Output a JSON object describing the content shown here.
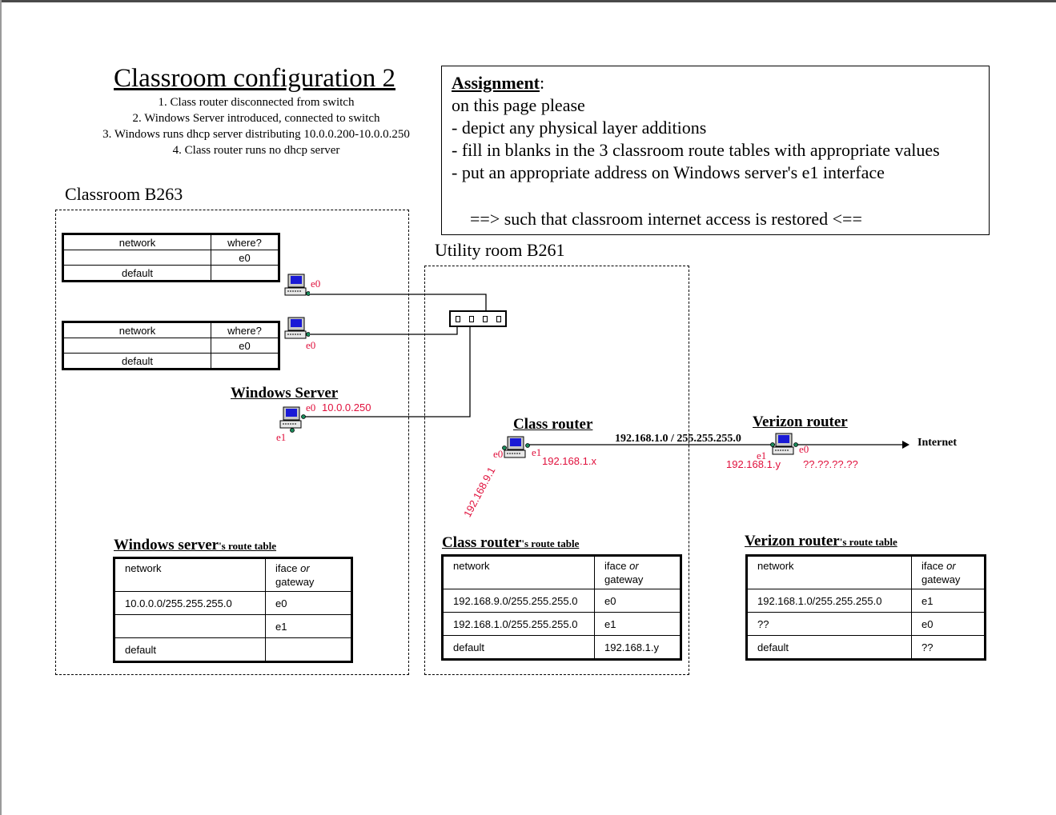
{
  "header": {
    "title": "Classroom configuration 2",
    "steps": [
      "1. Class router disconnected from switch",
      "2. Windows Server introduced, connected to switch",
      "3. Windows runs dhcp server distributing 10.0.0.200-10.0.0.250",
      "4. Class router runs no dhcp server"
    ]
  },
  "assignment": {
    "heading": "Assignment",
    "colon": ":",
    "lines": [
      "on this page please",
      "- depict any physical layer additions",
      "- fill in blanks in the 3 classroom route tables with appropriate values",
      "- put an appropriate address on Windows server's e1 interface",
      "==> such that classroom internet access is restored <=="
    ]
  },
  "rooms": {
    "classroom": "Classroom B263",
    "utility": "Utility room B261"
  },
  "pc_tables": [
    {
      "header": [
        "network",
        "where?"
      ],
      "rows": [
        [
          "",
          "e0"
        ],
        [
          "default",
          ""
        ]
      ]
    },
    {
      "header": [
        "network",
        "where?"
      ],
      "rows": [
        [
          "",
          "e0"
        ],
        [
          "default",
          ""
        ]
      ]
    }
  ],
  "pcs": {
    "pc1_iface": "e0",
    "pc2_iface": "e0"
  },
  "windows_server": {
    "title": "Windows Server",
    "e0": "e0",
    "e0_ip": "10.0.0.250",
    "e1": "e1"
  },
  "class_router": {
    "title": "Class router",
    "e0": "e0",
    "e1": "e1",
    "e1_ip": "192.168.1.x",
    "e0_net": "192.168.9.1"
  },
  "link_label": "192.168.1.0 / 255.255.255.0",
  "verizon_router": {
    "title": "Verizon router",
    "e1": "e1",
    "e1_ip": "192.168.1.y",
    "e0": "e0",
    "e0_ip": "??.??.??.??"
  },
  "internet": "Internet",
  "route_tables": {
    "windows": {
      "title_main": "Windows server",
      "title_suffix": "'s route table",
      "header": [
        "network",
        "iface",
        "or",
        "gateway"
      ],
      "rows": [
        [
          "10.0.0.0/255.255.255.0",
          "e0"
        ],
        [
          "",
          "e1"
        ],
        [
          "default",
          ""
        ]
      ]
    },
    "class": {
      "title_main": "Class router",
      "title_suffix": "'s route table",
      "header": [
        "network",
        "iface",
        "or",
        "gateway"
      ],
      "rows": [
        [
          "192.168.9.0/255.255.255.0",
          "e0"
        ],
        [
          "192.168.1.0/255.255.255.0",
          "e1"
        ],
        [
          "default",
          "192.168.1.y"
        ]
      ]
    },
    "verizon": {
      "title_main": "Verizon router",
      "title_suffix": "'s route table",
      "header": [
        "network",
        "iface",
        "or",
        "gateway"
      ],
      "rows": [
        [
          "192.168.1.0/255.255.255.0",
          "e1"
        ],
        [
          "??",
          "e0"
        ],
        [
          "default",
          "??"
        ]
      ]
    }
  },
  "colors": {
    "annotation_red": "#e0103c",
    "screen_blue": "#1a1ad6"
  }
}
